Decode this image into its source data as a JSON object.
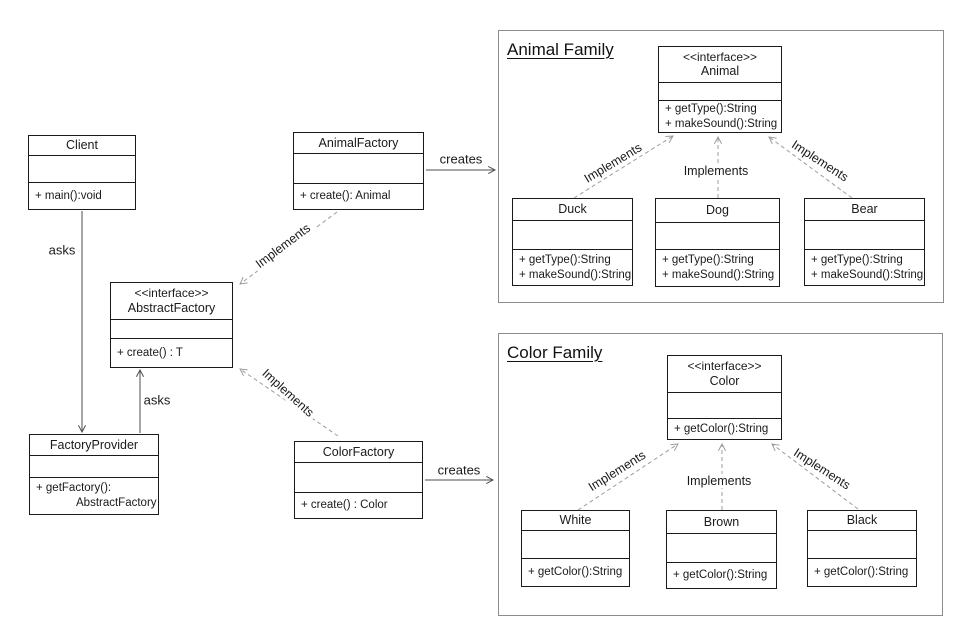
{
  "groups": {
    "animal_family": {
      "title": "Animal Family"
    },
    "color_family": {
      "title": "Color Family"
    }
  },
  "classes": {
    "client": {
      "name": "Client",
      "members": [
        "+ main():void"
      ]
    },
    "animal_factory": {
      "name": "AnimalFactory",
      "members": [
        "+ create(): Animal"
      ]
    },
    "abstract_factory": {
      "stereotype": "<<interface>>",
      "name": "AbstractFactory",
      "members": [
        "+ create() : T"
      ]
    },
    "factory_provider": {
      "name": "FactoryProvider",
      "members": [
        "+ getFactory():",
        "AbstractFactory"
      ]
    },
    "color_factory": {
      "name": "ColorFactory",
      "members": [
        "+ create() : Color"
      ]
    },
    "animal": {
      "stereotype": "<<interface>>",
      "name": "Animal",
      "members": [
        "+ getType():String",
        "+ makeSound():String"
      ]
    },
    "duck": {
      "name": "Duck",
      "members": [
        "+ getType():String",
        "+ makeSound():String"
      ]
    },
    "dog": {
      "name": "Dog",
      "members": [
        "+ getType():String",
        "+ makeSound():String"
      ]
    },
    "bear": {
      "name": "Bear",
      "members": [
        "+ getType():String",
        "+ makeSound():String"
      ]
    },
    "color": {
      "stereotype": "<<interface>>",
      "name": "Color",
      "members": [
        "+ getColor():String"
      ]
    },
    "white": {
      "name": "White",
      "members": [
        "+ getColor():String"
      ]
    },
    "brown": {
      "name": "Brown",
      "members": [
        "+ getColor():String"
      ]
    },
    "black": {
      "name": "Black",
      "members": [
        "+ getColor():String"
      ]
    }
  },
  "edge_labels": {
    "asks": "asks",
    "creates": "creates",
    "implements": "Implements"
  },
  "colors": {
    "background": "#ffffff",
    "box_border": "#1a1a1a",
    "text": "#1a1a1a",
    "group_border": "#8c8c8c",
    "solid_arrow": "#4d4d4d",
    "dashed_arrow": "#9c9c9c"
  }
}
